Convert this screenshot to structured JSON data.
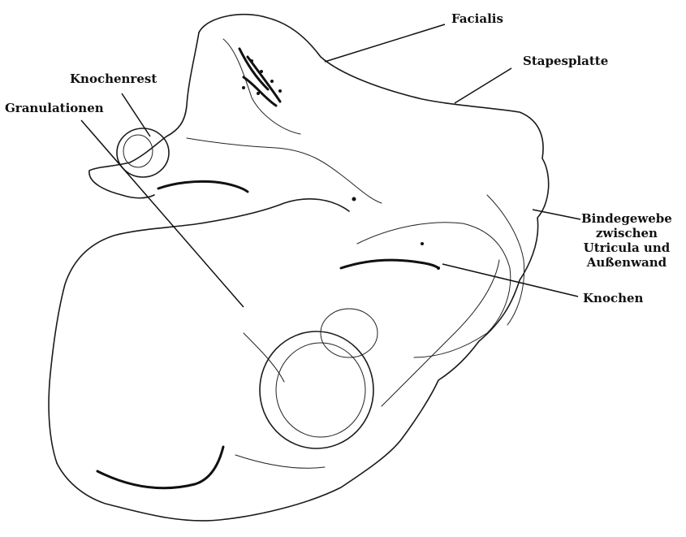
{
  "labels": {
    "facialis": "Facialis",
    "stapesplatte": "Stapesplatte",
    "knochenrest": "Knochenrest",
    "granulationen": "Granulationen",
    "bindegewebe": [
      "Bindegewebe",
      "zwischen",
      "Utricula und",
      "Außenwand"
    ],
    "knochen": "Knochen"
  },
  "colors": {
    "ink": "#111111",
    "background": "#ffffff"
  }
}
